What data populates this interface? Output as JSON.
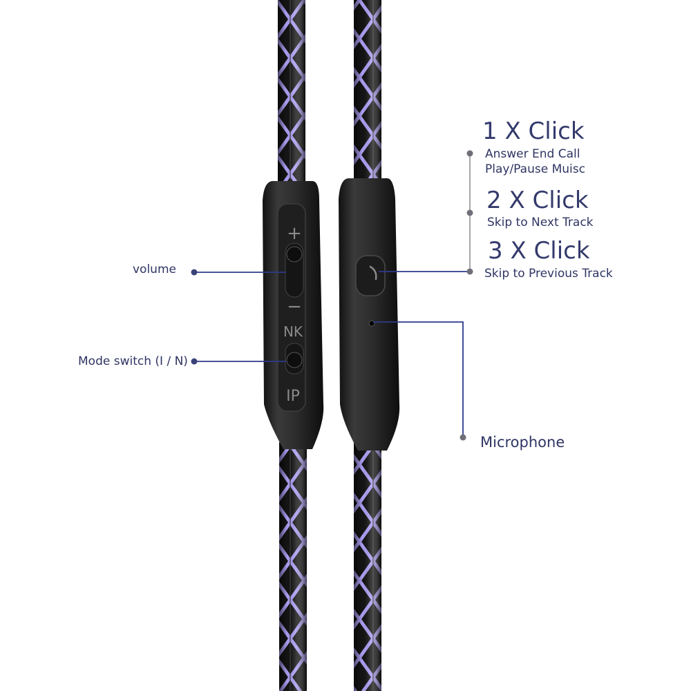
{
  "annotations": {
    "volume": "volume",
    "mode_switch": "Mode switch (I / N)",
    "click1_title": "1 X Click",
    "click1_line1": "Answer End Call",
    "click1_line2": "Play/Pause Muisc",
    "click2_title": "2 X Click",
    "click2_line1": "Skip to Next Track",
    "click3_title": "3 X Click",
    "click3_line1": "Skip to Previous Track",
    "microphone": "Microphone"
  },
  "remote_markings": {
    "plus": "+",
    "minus": "−",
    "mode_top": "NK",
    "mode_bottom": "IP"
  },
  "colors": {
    "cable_purple": "#a99cf0",
    "cable_black": "#141414",
    "remote_body": "#2a2a2a",
    "leader_line": "#2d3a8c",
    "text": "#2f3563"
  }
}
